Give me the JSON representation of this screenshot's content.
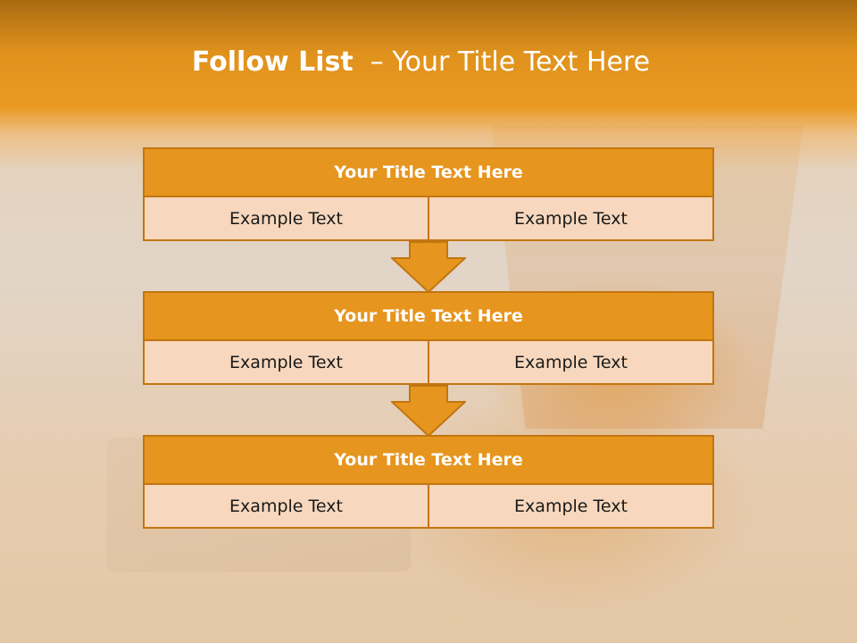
{
  "slide": {
    "title_bold": "Follow List",
    "title_rest": "  – Your Title Text Here"
  },
  "blocks": [
    {
      "title": "Your Title Text Here",
      "left": "Example Text",
      "right": "Example Text"
    },
    {
      "title": "Your Title Text Here",
      "left": "Example Text",
      "right": "Example Text"
    },
    {
      "title": "Your Title Text Here",
      "left": "Example Text",
      "right": "Example Text"
    }
  ],
  "colors": {
    "header_fill": "#e6951e",
    "border": "#c27610",
    "row_fill": "#f7d7bd",
    "arrow_fill": "#e6951e"
  }
}
